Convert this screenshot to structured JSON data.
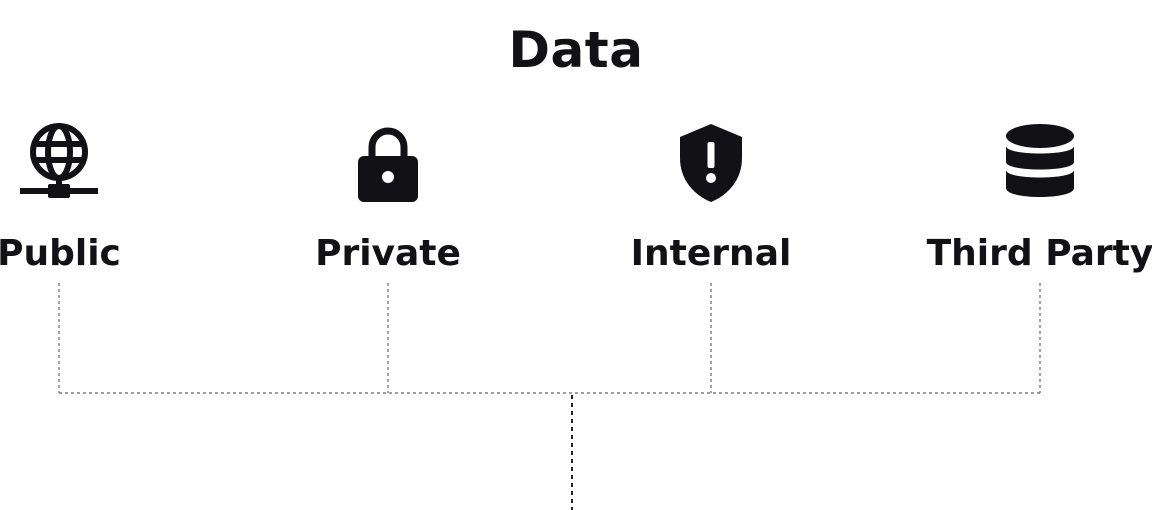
{
  "title": "Data",
  "categories": [
    {
      "label": "Public",
      "icon": "globe-network-icon"
    },
    {
      "label": "Private",
      "icon": "padlock-icon"
    },
    {
      "label": "Internal",
      "icon": "shield-exclamation-icon"
    },
    {
      "label": "Third Party",
      "icon": "database-icon"
    }
  ],
  "colors": {
    "text": "#111116",
    "connector": "#555555"
  }
}
